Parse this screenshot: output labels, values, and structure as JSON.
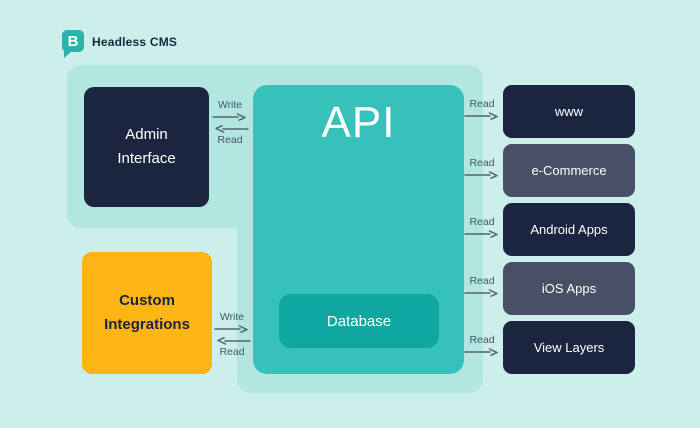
{
  "brand": {
    "logo_letter": "B",
    "name": "Headless CMS"
  },
  "nodes": {
    "admin": "Admin\nInterface",
    "api": "API",
    "database": "Database",
    "custom": "Custom\nIntegrations"
  },
  "edges": {
    "write": "Write",
    "read": "Read"
  },
  "outputs": [
    {
      "label": "www",
      "variant": "navy"
    },
    {
      "label": "e-Commerce",
      "variant": "slate"
    },
    {
      "label": "Android Apps",
      "variant": "navy"
    },
    {
      "label": "iOS Apps",
      "variant": "slate"
    },
    {
      "label": "View Layers",
      "variant": "navy"
    }
  ],
  "colors": {
    "page_bg": "#cdefeb",
    "panel_bg": "#b2e7e1",
    "api_teal": "#36c2ba",
    "database_teal": "#10a7a2",
    "navy": "#1b2540",
    "slate": "#475064",
    "orange": "#fcb514",
    "logo_teal": "#2bb3ab",
    "arrow_gray": "#54626f"
  }
}
